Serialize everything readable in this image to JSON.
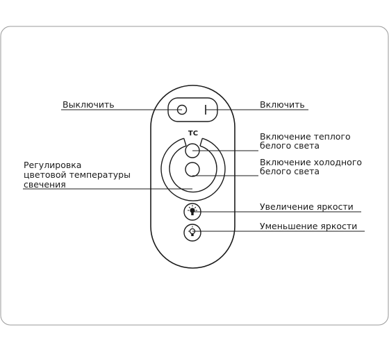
{
  "diagram": {
    "remote_label": "TC",
    "labels": {
      "off": "Выключить",
      "on": "Включить",
      "warm_line1": "Включение теплого",
      "warm_line2": "белого света",
      "cold_line1": "Включение холодного",
      "cold_line2": "белого света",
      "temp_line1": "Регулировка",
      "temp_line2": "цветовой температуры",
      "temp_line3": "свечения",
      "brightness_up": "Увеличение яркости",
      "brightness_down": "Уменьшение яркости"
    },
    "icons": {
      "power_off": "circle-icon",
      "power_on": "vertical-bar-icon",
      "warm_light": "circle-button-icon",
      "cold_light": "circle-button-icon",
      "brightness_up": "bright-bulb-icon",
      "brightness_down": "dim-bulb-icon"
    }
  }
}
